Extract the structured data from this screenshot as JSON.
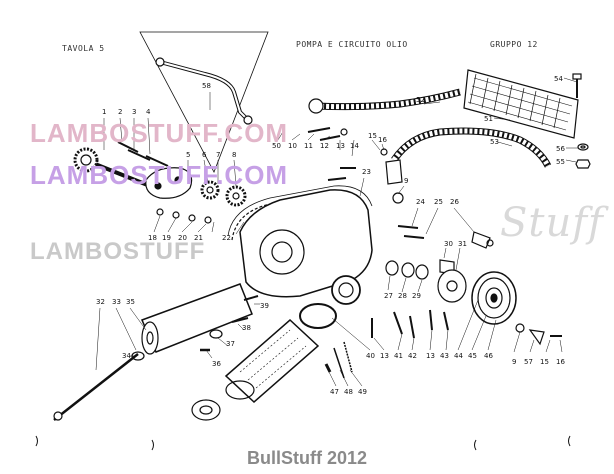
{
  "header": {
    "table": "TAVOLA 5",
    "title": "POMPA E CIRCUITO OLIO",
    "group": "GRUPPO 12"
  },
  "watermark": {
    "text1": "LAMBOSTUFF.COM",
    "text2": "LAMBOSTUFF.COM",
    "text3": "LAMBOSTUFF",
    "script_text": "Stuff"
  },
  "footer": {
    "text": "BullStuff 2012"
  },
  "colors": {
    "ink": "#111111",
    "wm_pink": "#e2b6c9",
    "wm_purple": "#c6a0e6",
    "wm_gray": "#c9c9c9",
    "footer": "#8a8a8a"
  },
  "callouts": {
    "c58": "58",
    "c54": "54",
    "c52": "52",
    "c51": "51",
    "c53": "53",
    "c56": "56",
    "c55": "55",
    "c1": "1",
    "c2": "2",
    "c3": "3",
    "c4": "4",
    "c5": "5",
    "c6": "6",
    "c7": "7",
    "c8": "8",
    "c50": "50",
    "c10": "10",
    "c11": "11",
    "c12": "12",
    "c13a": "13",
    "c14": "14",
    "c15a": "15",
    "c16a": "16",
    "c9a": "9",
    "c23": "23",
    "c22": "22",
    "c18": "18",
    "c19": "19",
    "c20": "20",
    "c21": "21",
    "c24": "24",
    "c25": "25",
    "c26": "26",
    "c30": "30",
    "c31": "31",
    "c27": "27",
    "c28": "28",
    "c29": "29",
    "c39": "39",
    "c32": "32",
    "c33": "33",
    "c35": "35",
    "c34": "34",
    "c38": "38",
    "c37": "37",
    "c36": "36",
    "c40": "40",
    "c13b": "13",
    "c41": "41",
    "c42": "42",
    "c13c": "13",
    "c43": "43",
    "c44": "44",
    "c45": "45",
    "c46": "46",
    "c9b": "9",
    "c57": "57",
    "c15b": "15",
    "c16b": "16",
    "c47": "47",
    "c48": "48",
    "c49": "49"
  }
}
